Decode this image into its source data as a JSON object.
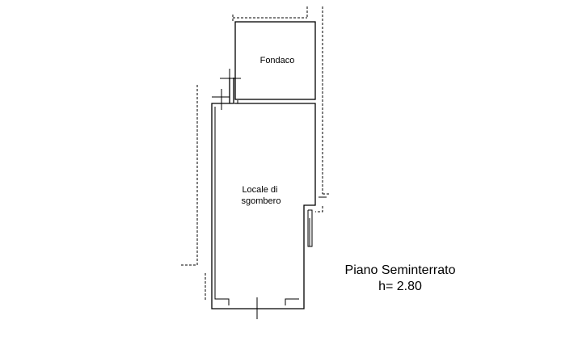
{
  "rooms": [
    {
      "id": "fondaco",
      "lines": [
        "Fondaco"
      ]
    },
    {
      "id": "locale",
      "lines": [
        "Locale di",
        "sgombero"
      ]
    }
  ],
  "floor": {
    "name": "Piano Seminterrato",
    "height": "h= 2.80"
  }
}
